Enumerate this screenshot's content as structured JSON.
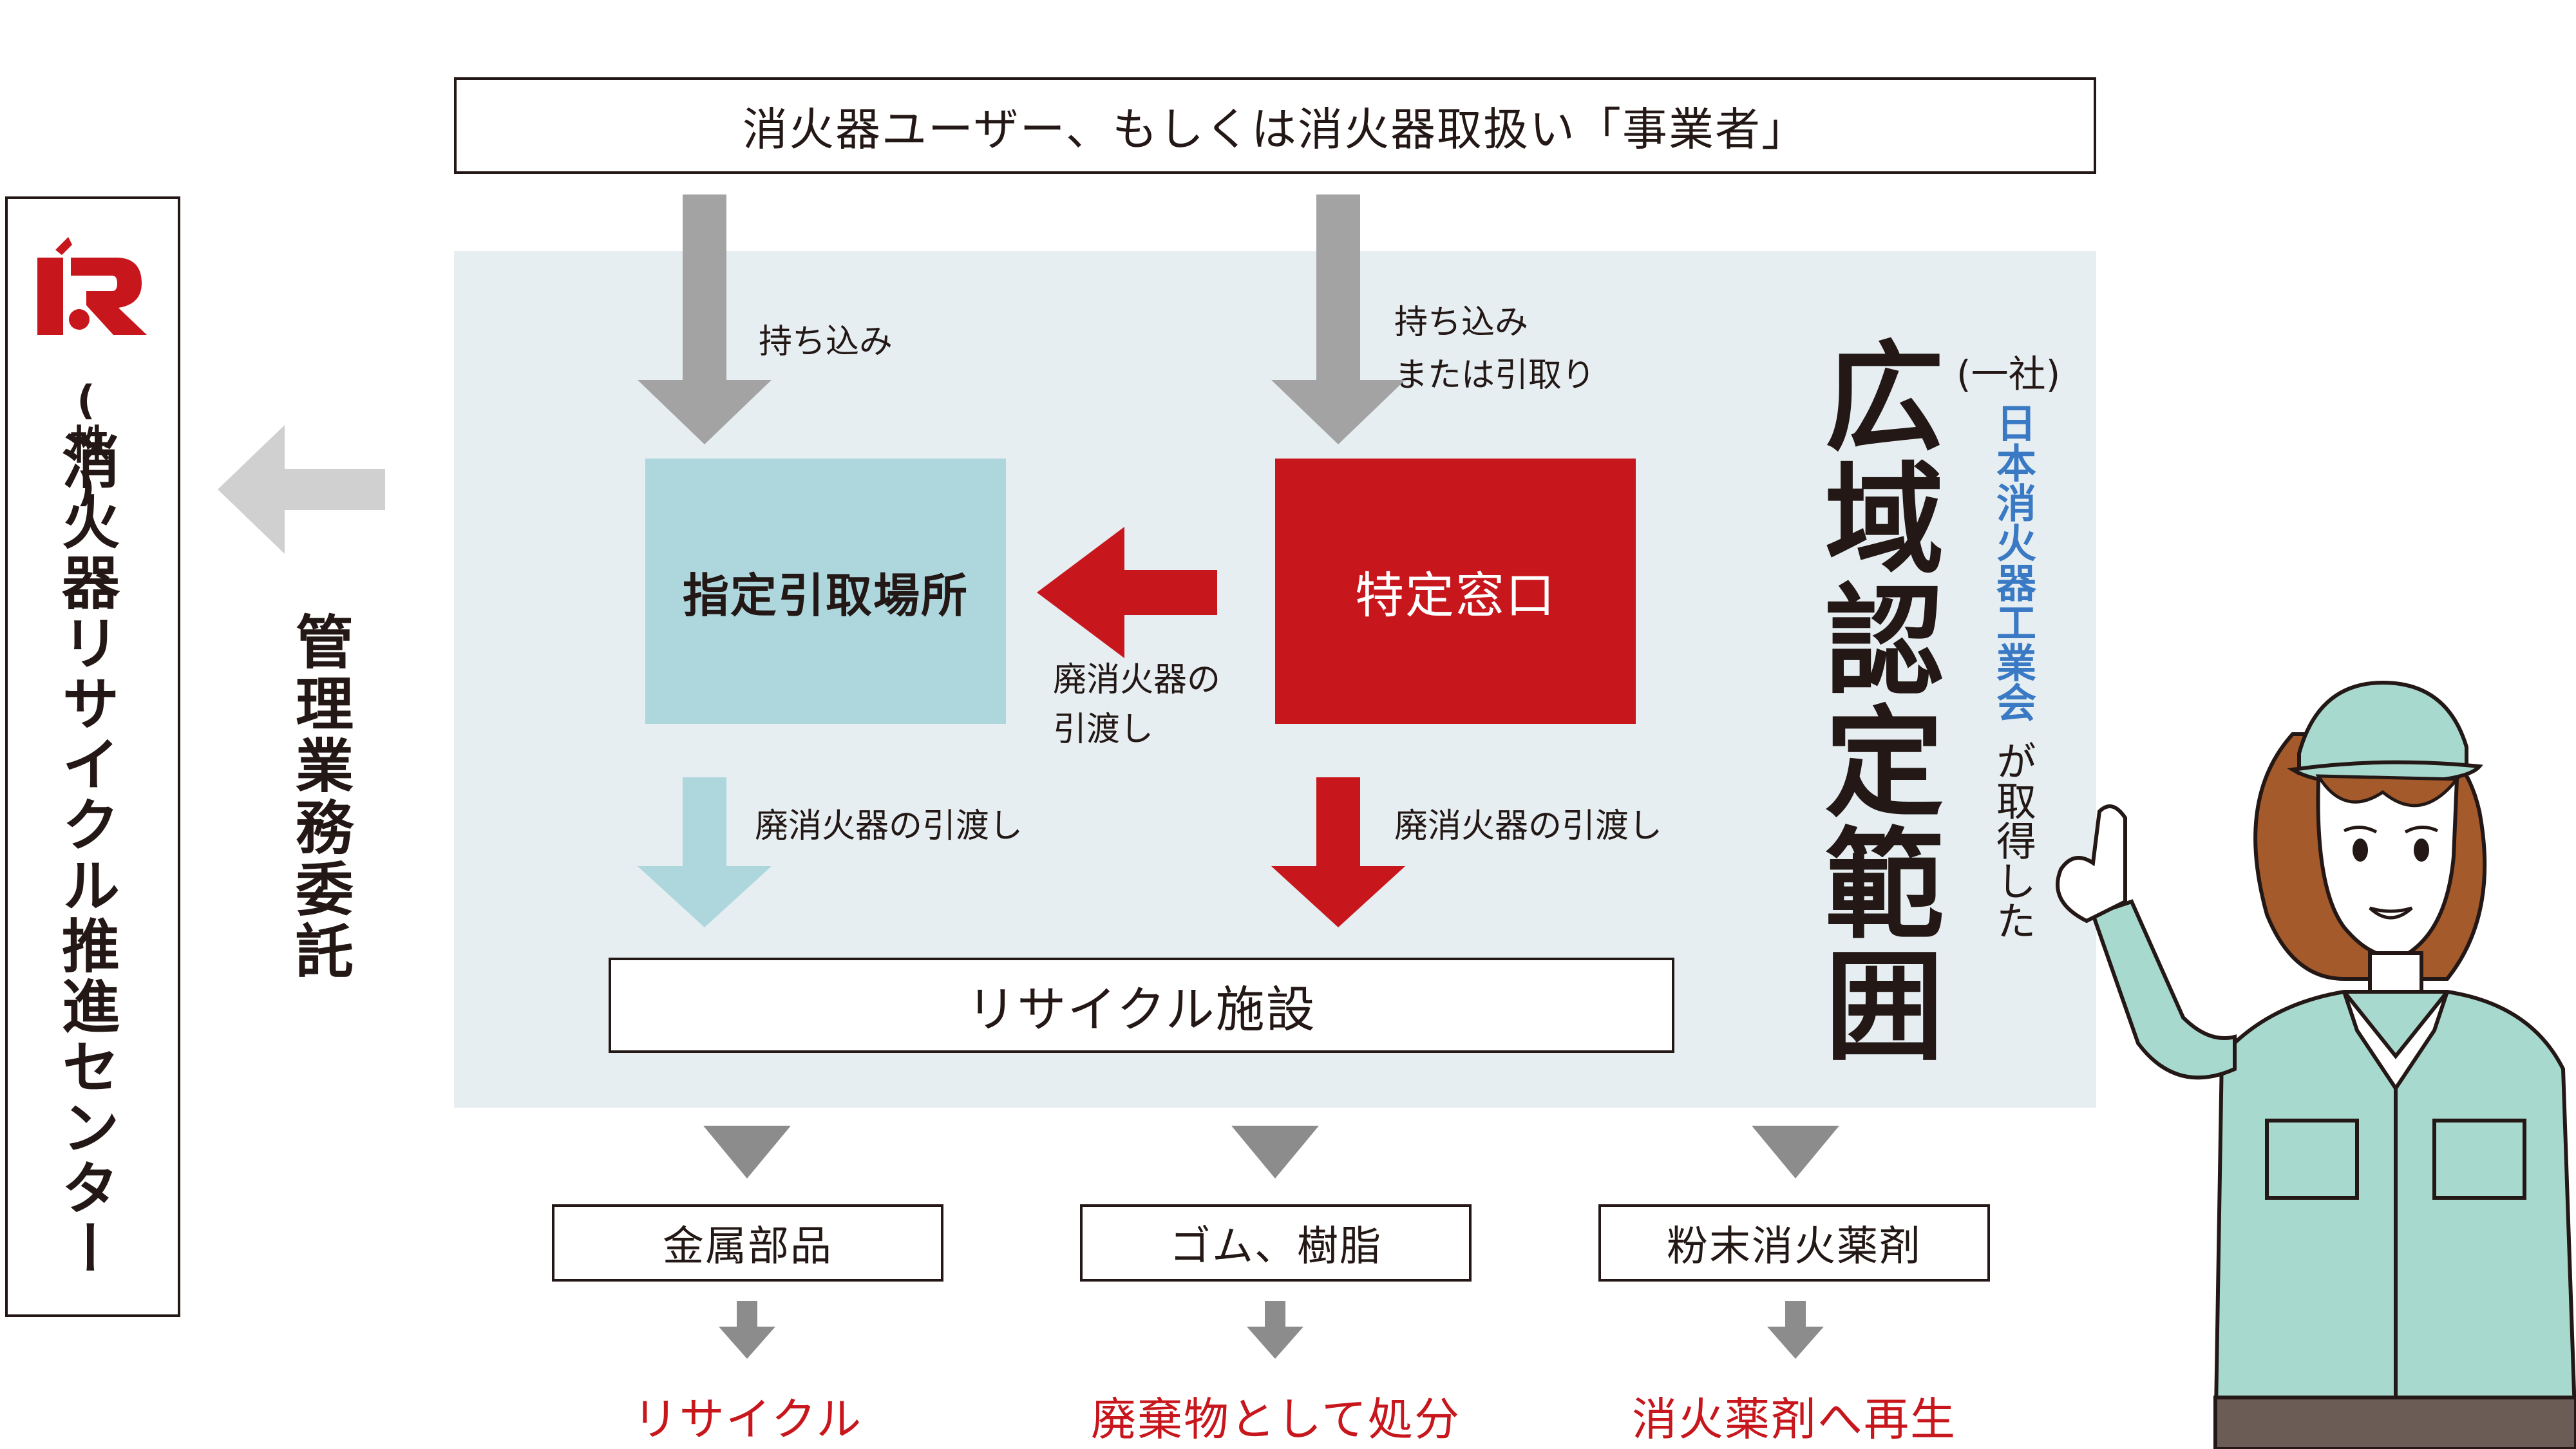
{
  "top_box": "消火器ユーザー、もしくは消火器取扱い「事業者」",
  "center": {
    "name_prefix": "(株)",
    "name": "消火器リサイクル推進センター"
  },
  "outsourcing_label": "管理業務委託",
  "left_flow": {
    "arrow_label": "持ち込み",
    "box": "指定引取場所",
    "down_label": "廃消火器の引渡し"
  },
  "right_flow": {
    "arrow_label_1": "持ち込み",
    "arrow_label_2": "または引取り",
    "box": "特定窓口",
    "handover_label_1": "廃消火器の",
    "handover_label_2": "引渡し",
    "down_label": "廃消火器の引渡し"
  },
  "scope": {
    "title": "広域認定範囲",
    "prefix": "(一社)",
    "org": "日本消火器工業会",
    "suffix": "が取得した"
  },
  "recycle_facility": "リサイクル施設",
  "outputs": [
    {
      "material": "金属部品",
      "result": "リサイクル"
    },
    {
      "material": "ゴム、樹脂",
      "result": "廃棄物として処分"
    },
    {
      "material": "粉末消火薬剤",
      "result": "消火薬剤へ再生"
    }
  ],
  "colors": {
    "scope_bg": "#e6eef1",
    "red": "#c8161d",
    "light_blue": "#add6dd",
    "gray_arrow": "#a3a3a3",
    "org_blue": "#3a79c4",
    "uniform": "#a8d9cf"
  }
}
